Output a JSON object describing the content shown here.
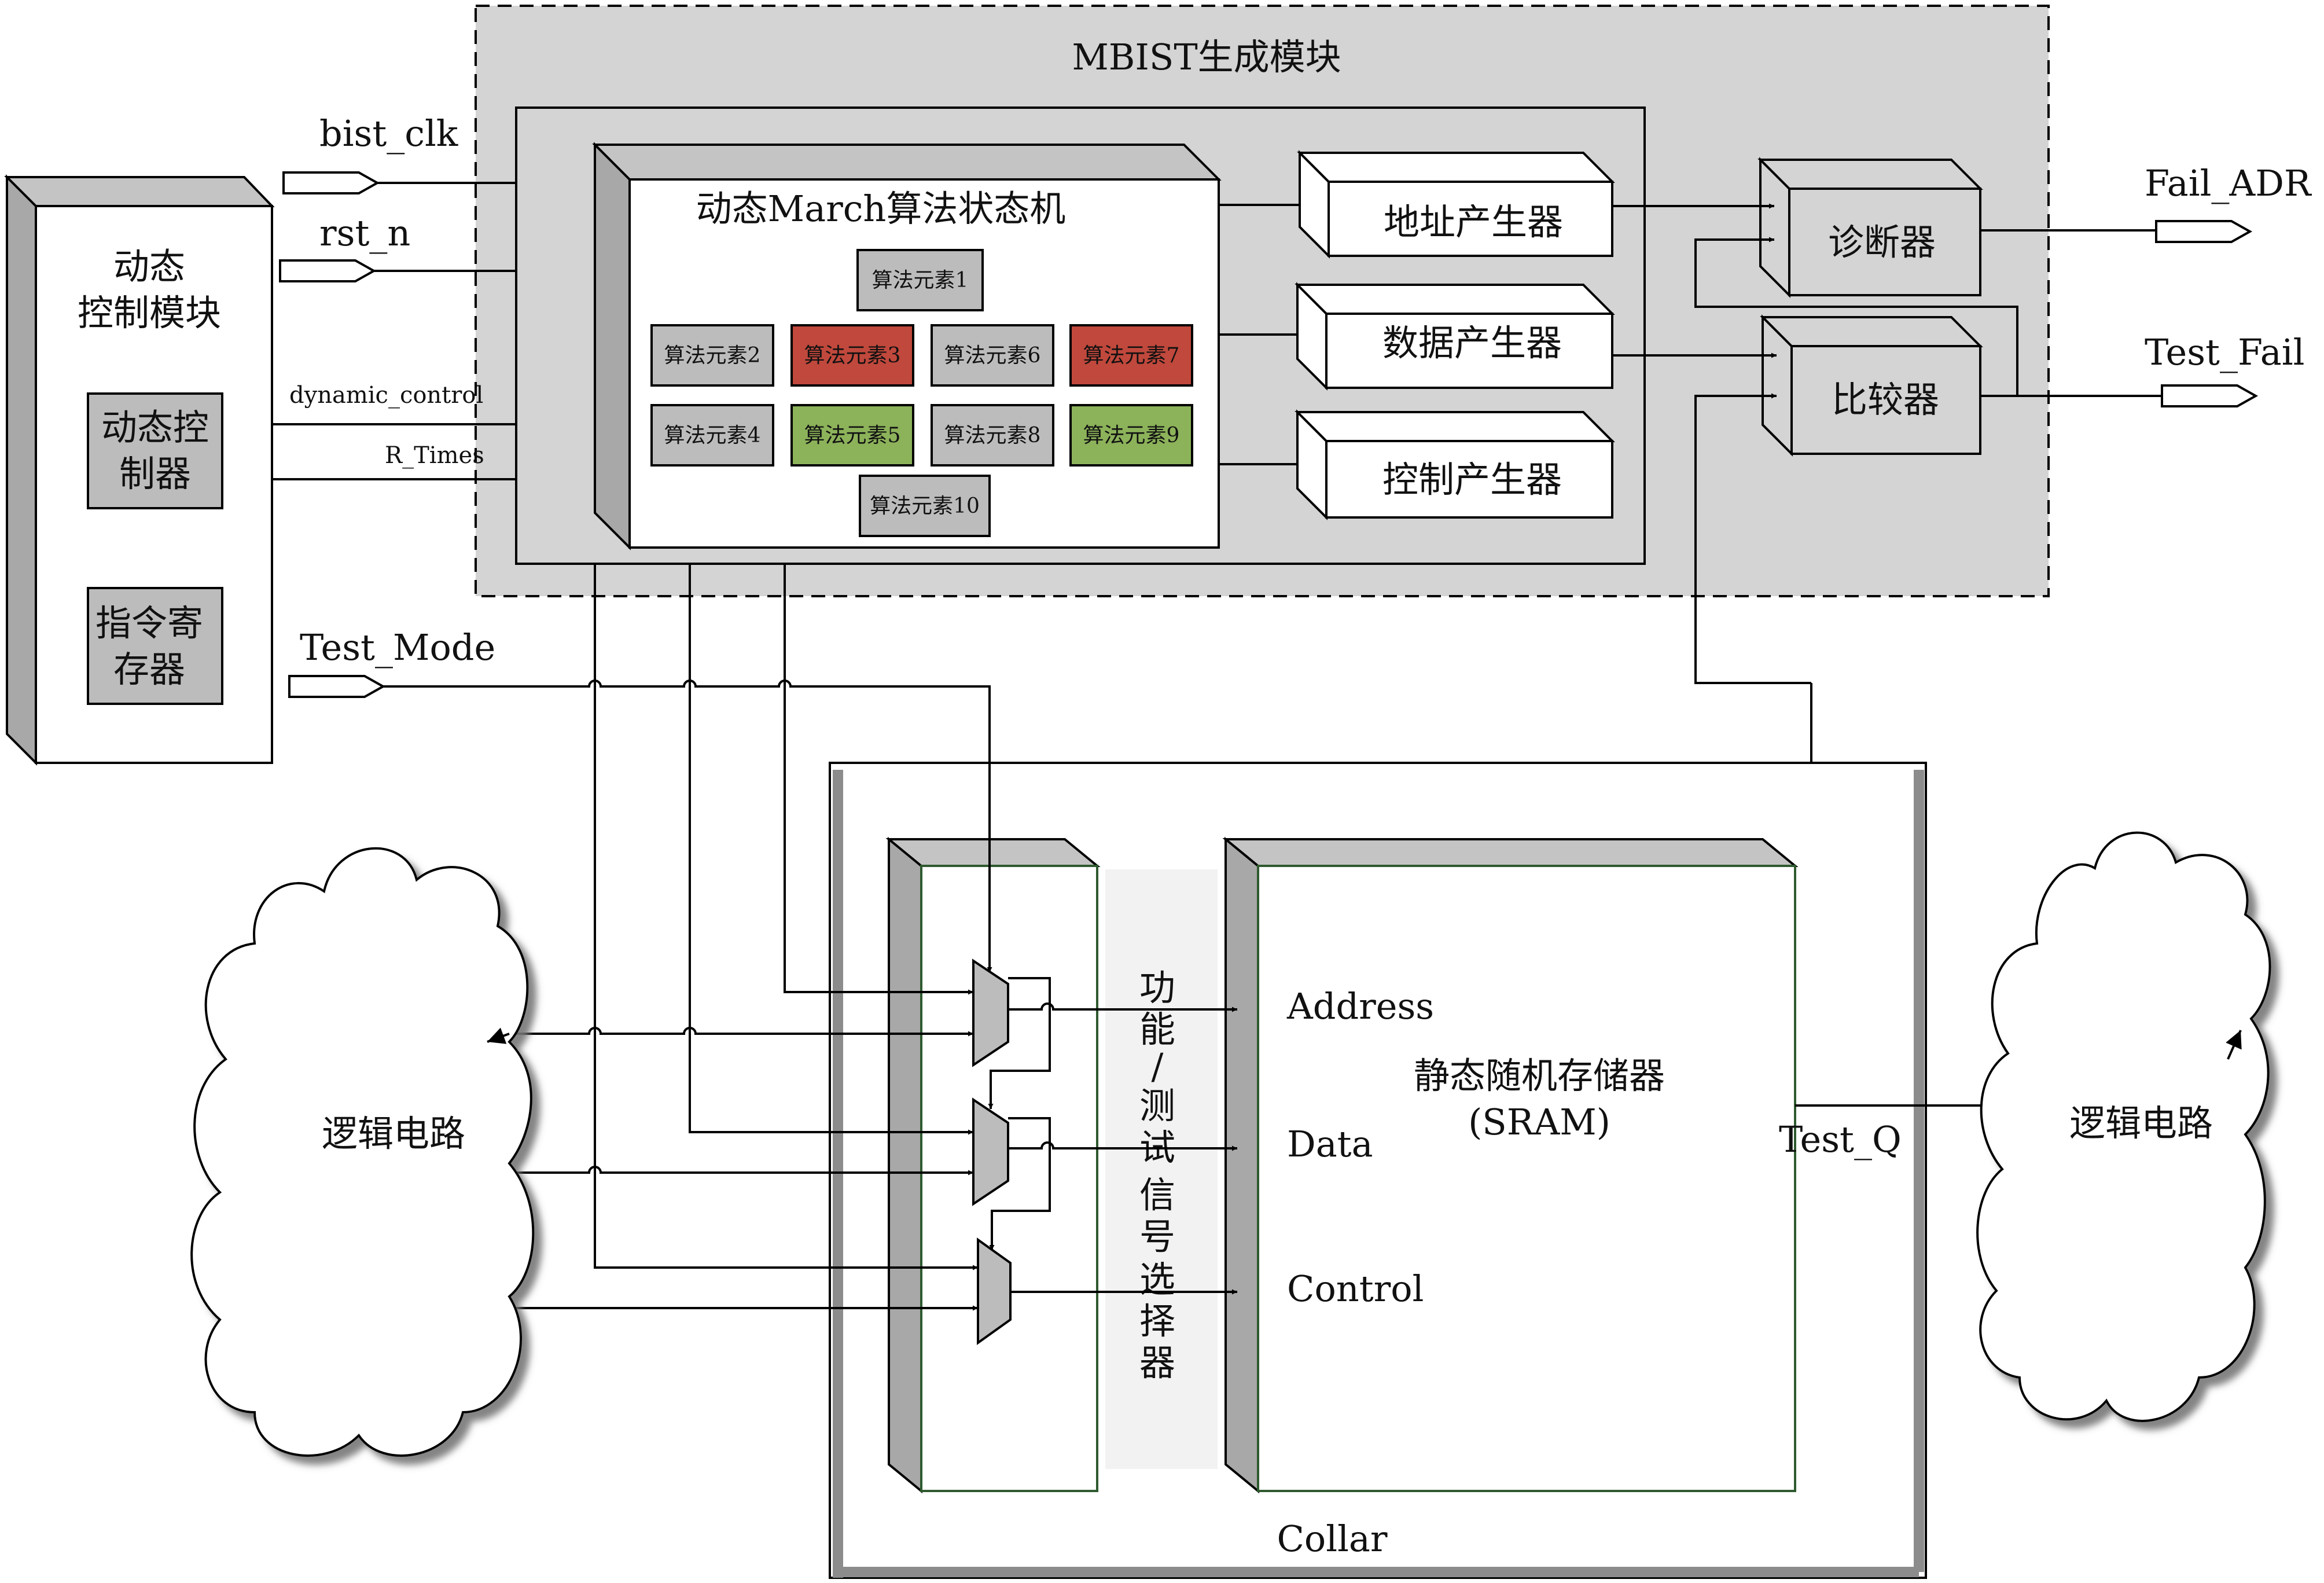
{
  "mbist": {
    "title": "MBIST生成模块"
  },
  "dyn_ctrl_module": {
    "title_line1": "动态",
    "title_line2": "控制模块",
    "controller_line1": "动态控",
    "controller_line2": "制器",
    "register_line1": "指令寄",
    "register_line2": "存器"
  },
  "signals": {
    "bist_clk": "bist_clk",
    "rst_n": "rst_n",
    "dynamic_control": "dynamic_control",
    "r_times": "R_Times",
    "test_mode": "Test_Mode",
    "fail_adr": "Fail_ADR",
    "test_fail": "Test_Fail",
    "test_q": "Test_Q"
  },
  "fsm": {
    "title": "动态March算法状态机",
    "elements": [
      {
        "label": "算法元素1",
        "color": "#bcbcbc"
      },
      {
        "label": "算法元素2",
        "color": "#bcbcbc"
      },
      {
        "label": "算法元素3",
        "color": "#c0483c"
      },
      {
        "label": "算法元素6",
        "color": "#bcbcbc"
      },
      {
        "label": "算法元素7",
        "color": "#c0483c"
      },
      {
        "label": "算法元素4",
        "color": "#bcbcbc"
      },
      {
        "label": "算法元素5",
        "color": "#8cb25a"
      },
      {
        "label": "算法元素8",
        "color": "#bcbcbc"
      },
      {
        "label": "算法元素9",
        "color": "#8cb25a"
      },
      {
        "label": "算法元素10",
        "color": "#bcbcbc"
      }
    ]
  },
  "generators": {
    "address": "地址产生器",
    "data": "数据产生器",
    "control": "控制产生器"
  },
  "diagnosis": "诊断器",
  "comparator": "比较器",
  "collar": {
    "label": "Collar",
    "selector_chars": [
      "功",
      "能",
      "/",
      "测",
      "试",
      "信",
      "号",
      "选",
      "择",
      "器"
    ],
    "sram_title": "静态随机存储器",
    "sram_sub": "(SRAM)",
    "ports": {
      "address": "Address",
      "data": "Data",
      "control": "Control"
    }
  },
  "logic_left": "逻辑电路",
  "logic_right": "逻辑电路",
  "colors": {
    "panel_gray": "#d4d4d4",
    "box_gray": "#bcbcbc",
    "side_gray": "#a8a8a8",
    "top_gray": "#c4c4c4",
    "red": "#c0483c",
    "green": "#8cb25a",
    "selector_band": "#f2f2f2",
    "inner_border_green": "#2f5a2f"
  }
}
